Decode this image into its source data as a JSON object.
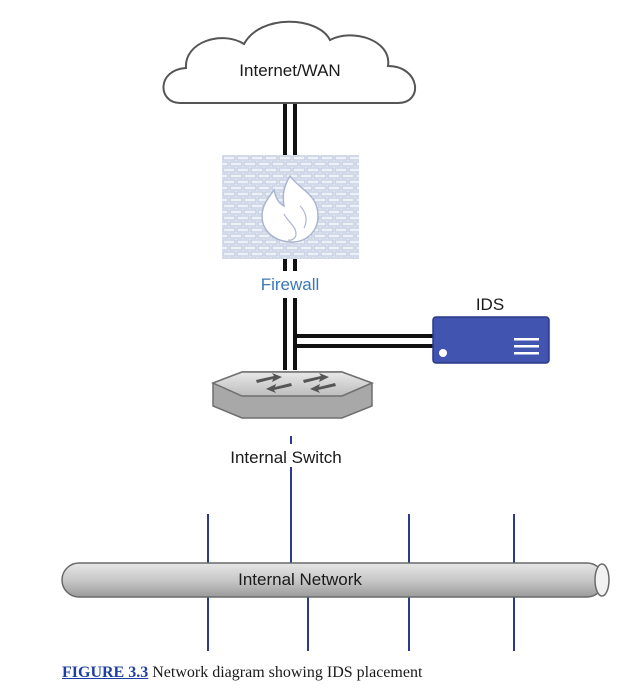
{
  "nodes": {
    "internet": "Internet/WAN",
    "firewall": "Firewall",
    "ids": "IDS",
    "switch": "Internal Switch",
    "network": "Internal Network"
  },
  "caption": {
    "figure_ref": "FIGURE 3.3",
    "text": " Network diagram showing IDS placement"
  },
  "colors": {
    "firewall_label": "#3b77b8",
    "ids_body": "#4054b0",
    "network_lines": "#2b3a8f",
    "caption_link": "#1d3fa3"
  }
}
